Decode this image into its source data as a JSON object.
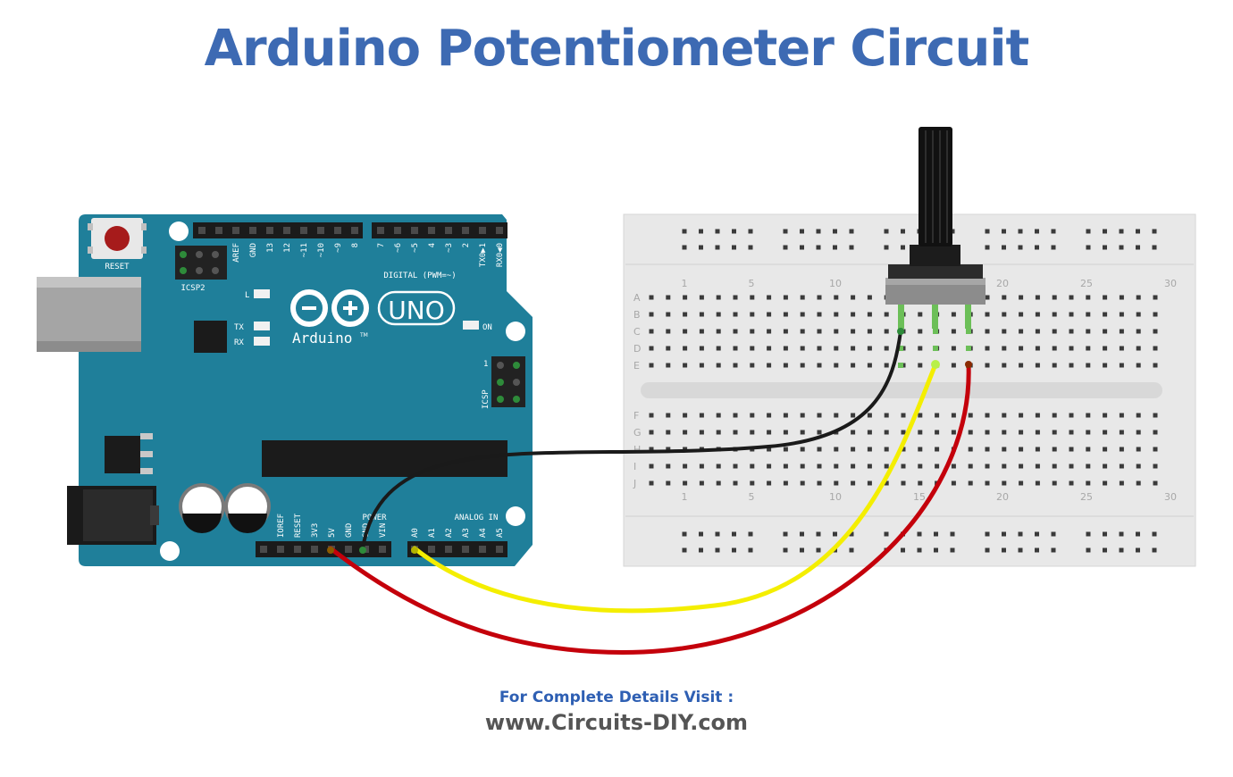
{
  "title": "Arduino Potentiometer Circuit",
  "footer": {
    "line1": "For Complete Details Visit :",
    "line2": "www.Circuits-DIY.com"
  },
  "arduino": {
    "reset_label": "RESET",
    "icsp2_label": "ICSP2",
    "led_l_label": "L",
    "led_tx_label": "TX",
    "led_rx_label": "RX",
    "led_on_label": "ON",
    "logo_model": "UNO",
    "logo_brand": "Arduino",
    "logo_tm": "TM",
    "icsp_label": "ICSP",
    "icsp_pin1": "1",
    "digital_label": "DIGITAL (PWM=~)",
    "digital_pins": [
      "AREF",
      "GND",
      "13",
      "12",
      "~11",
      "~10",
      "~9",
      "8",
      "7",
      "~6",
      "~5",
      "4",
      "~3",
      "2",
      "TX0▶1",
      "RX0◀0"
    ],
    "power_label": "POWER",
    "power_pins": [
      "IOREF",
      "RESET",
      "3V3",
      "5V",
      "GND",
      "GND",
      "VIN"
    ],
    "analog_label": "ANALOG IN",
    "analog_pins": [
      "A0",
      "A1",
      "A2",
      "A3",
      "A4",
      "A5"
    ],
    "board_color": "#1f7f9a"
  },
  "breadboard": {
    "rows_top": [
      "A",
      "B",
      "C",
      "D",
      "E"
    ],
    "rows_bottom": [
      "F",
      "G",
      "H",
      "I",
      "J"
    ],
    "column_numbers": [
      "1",
      "5",
      "10",
      "15",
      "20",
      "25",
      "30"
    ]
  },
  "wires": [
    {
      "color_name": "black",
      "color": "#1a1a1a",
      "from": "GND",
      "to": "potentiometer pin 1"
    },
    {
      "color_name": "yellow",
      "color": "#f4ee00",
      "from": "A0",
      "to": "potentiometer wiper"
    },
    {
      "color_name": "red",
      "color": "#c4000b",
      "from": "5V",
      "to": "potentiometer pin 3"
    }
  ]
}
